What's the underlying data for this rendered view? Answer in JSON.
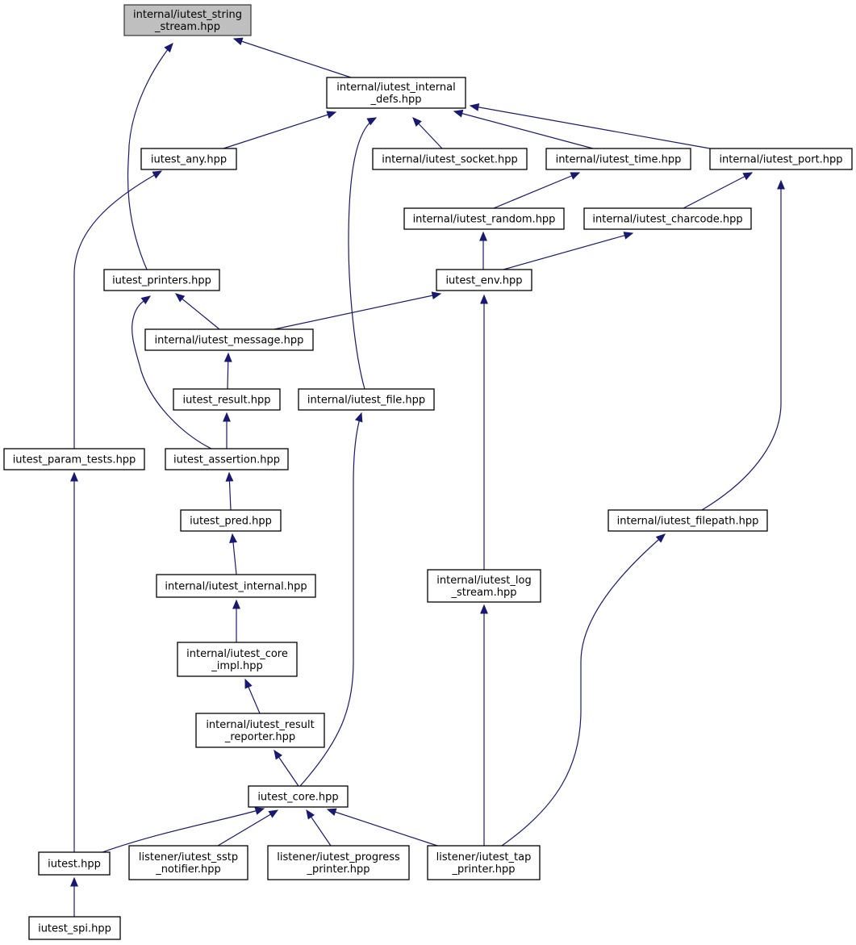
{
  "nodes": [
    {
      "id": "string_stream",
      "lines": [
        "internal/iutest_string",
        "_stream.hpp"
      ],
      "highlighted": true
    },
    {
      "id": "internal_defs",
      "lines": [
        "internal/iutest_internal",
        "_defs.hpp"
      ]
    },
    {
      "id": "any",
      "lines": [
        "iutest_any.hpp"
      ]
    },
    {
      "id": "socket",
      "lines": [
        "internal/iutest_socket.hpp"
      ]
    },
    {
      "id": "time",
      "lines": [
        "internal/iutest_time.hpp"
      ]
    },
    {
      "id": "port",
      "lines": [
        "internal/iutest_port.hpp"
      ]
    },
    {
      "id": "random",
      "lines": [
        "internal/iutest_random.hpp"
      ]
    },
    {
      "id": "charcode",
      "lines": [
        "internal/iutest_charcode.hpp"
      ]
    },
    {
      "id": "printers",
      "lines": [
        "iutest_printers.hpp"
      ]
    },
    {
      "id": "env",
      "lines": [
        "iutest_env.hpp"
      ]
    },
    {
      "id": "message",
      "lines": [
        "internal/iutest_message.hpp"
      ]
    },
    {
      "id": "result",
      "lines": [
        "iutest_result.hpp"
      ]
    },
    {
      "id": "file",
      "lines": [
        "internal/iutest_file.hpp"
      ]
    },
    {
      "id": "param_tests",
      "lines": [
        "iutest_param_tests.hpp"
      ]
    },
    {
      "id": "assertion",
      "lines": [
        "iutest_assertion.hpp"
      ]
    },
    {
      "id": "pred",
      "lines": [
        "iutest_pred.hpp"
      ]
    },
    {
      "id": "filepath",
      "lines": [
        "internal/iutest_filepath.hpp"
      ]
    },
    {
      "id": "internal",
      "lines": [
        "internal/iutest_internal.hpp"
      ]
    },
    {
      "id": "log_stream",
      "lines": [
        "internal/iutest_log",
        "_stream.hpp"
      ]
    },
    {
      "id": "core_impl",
      "lines": [
        "internal/iutest_core",
        "_impl.hpp"
      ]
    },
    {
      "id": "result_reporter",
      "lines": [
        "internal/iutest_result",
        "_reporter.hpp"
      ]
    },
    {
      "id": "core",
      "lines": [
        "iutest_core.hpp"
      ]
    },
    {
      "id": "iutest",
      "lines": [
        "iutest.hpp"
      ]
    },
    {
      "id": "sstp",
      "lines": [
        "listener/iutest_sstp",
        "_notifier.hpp"
      ]
    },
    {
      "id": "progress",
      "lines": [
        "listener/iutest_progress",
        "_printer.hpp"
      ]
    },
    {
      "id": "tap",
      "lines": [
        "listener/iutest_tap",
        "_printer.hpp"
      ]
    },
    {
      "id": "spi",
      "lines": [
        "iutest_spi.hpp"
      ]
    }
  ],
  "edges": [
    {
      "from": "internal_defs",
      "to": "string_stream"
    },
    {
      "from": "printers",
      "to": "string_stream"
    },
    {
      "from": "any",
      "to": "internal_defs"
    },
    {
      "from": "socket",
      "to": "internal_defs"
    },
    {
      "from": "time",
      "to": "internal_defs"
    },
    {
      "from": "port",
      "to": "internal_defs"
    },
    {
      "from": "file",
      "to": "internal_defs"
    },
    {
      "from": "param_tests",
      "to": "any"
    },
    {
      "from": "random",
      "to": "time"
    },
    {
      "from": "charcode",
      "to": "port"
    },
    {
      "from": "filepath",
      "to": "port"
    },
    {
      "from": "env",
      "to": "random"
    },
    {
      "from": "env",
      "to": "charcode"
    },
    {
      "from": "message",
      "to": "printers"
    },
    {
      "from": "assertion",
      "to": "printers"
    },
    {
      "from": "message",
      "to": "env"
    },
    {
      "from": "log_stream",
      "to": "env"
    },
    {
      "from": "result",
      "to": "message"
    },
    {
      "from": "assertion",
      "to": "result"
    },
    {
      "from": "pred",
      "to": "assertion"
    },
    {
      "from": "internal",
      "to": "pred"
    },
    {
      "from": "core_impl",
      "to": "internal"
    },
    {
      "from": "result_reporter",
      "to": "core_impl"
    },
    {
      "from": "core",
      "to": "result_reporter"
    },
    {
      "from": "core",
      "to": "file"
    },
    {
      "from": "iutest",
      "to": "param_tests"
    },
    {
      "from": "iutest",
      "to": "core"
    },
    {
      "from": "sstp",
      "to": "core"
    },
    {
      "from": "progress",
      "to": "core"
    },
    {
      "from": "tap",
      "to": "core"
    },
    {
      "from": "tap",
      "to": "log_stream"
    },
    {
      "from": "tap",
      "to": "filepath"
    },
    {
      "from": "spi",
      "to": "iutest"
    }
  ]
}
